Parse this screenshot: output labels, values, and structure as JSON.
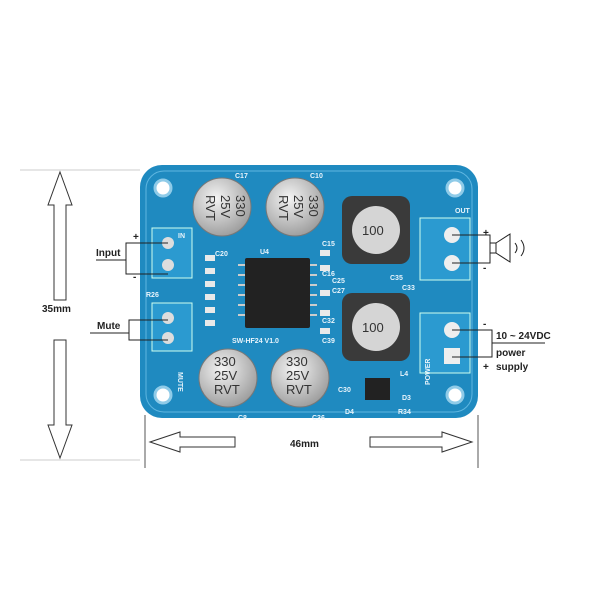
{
  "annotations": {
    "height": "35mm",
    "width": "46mm",
    "input": "Input",
    "mute": "Mute",
    "plus": "+",
    "minus": "-",
    "voltage": "10 ~ 24VDC",
    "power": "power",
    "supply": "supply"
  },
  "board": {
    "model": "SW-HF24 V1.0",
    "chip_label": "U4",
    "capacitor_text": [
      "330",
      "25V",
      "RVT"
    ],
    "inductor_value": "100",
    "silk_out": "OUT",
    "silk_power": "POWER",
    "silk_mute": "MUTE",
    "silk_in": "IN",
    "refs": [
      "C17",
      "C10",
      "C20",
      "C15",
      "C16",
      "C25",
      "C27",
      "C32",
      "C39",
      "C8",
      "C36",
      "C30",
      "R26",
      "R34",
      "D3",
      "D4",
      "L4",
      "C33",
      "C35"
    ]
  },
  "colors": {
    "board": "#1f8ac0",
    "board_dark": "#176c9a",
    "cap": "#d8d8d8",
    "inductor": "#3a3a3a"
  }
}
